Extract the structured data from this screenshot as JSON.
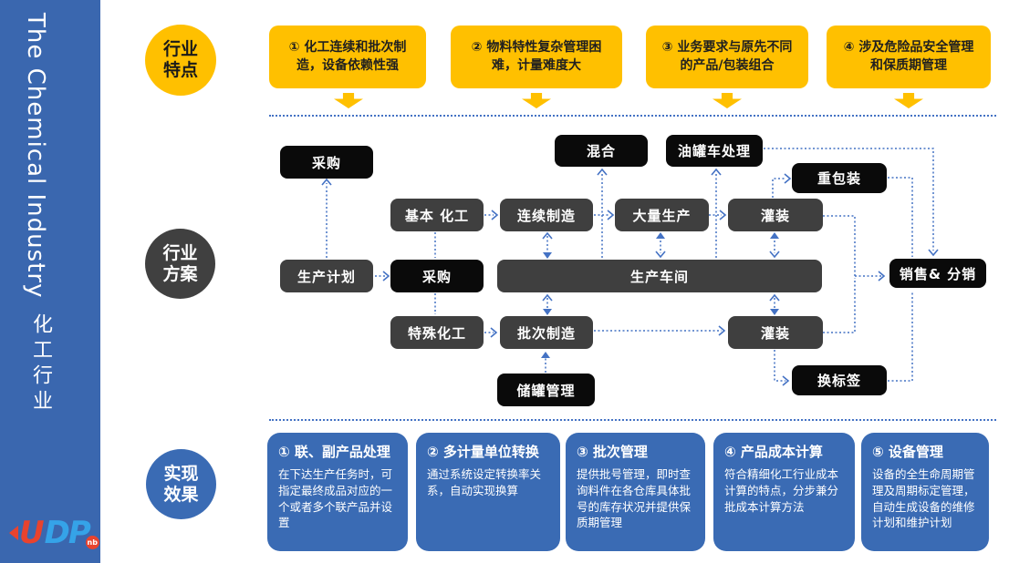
{
  "sidebar": {
    "title_en": "The Chemical Industry",
    "title_zh": "化工行业",
    "logo": {
      "u": "U",
      "dp": "DP",
      "badge": "nb"
    }
  },
  "badges": {
    "features": {
      "line1": "行业",
      "line2": "特点"
    },
    "solution": {
      "line1": "行业",
      "line2": "方案"
    },
    "effects": {
      "line1": "实现",
      "line2": "效果"
    }
  },
  "features": {
    "items": [
      {
        "text": "① 化工连续和批次制造，设备依赖性强"
      },
      {
        "text": "② 物料特性复杂管理困难，计量难度大"
      },
      {
        "text": "③ 业务要求与原先不同的产品/包装组合"
      },
      {
        "text": "④ 涉及危险品安全管理和保质期管理"
      }
    ]
  },
  "flow": {
    "nodes": {
      "purchase_top": "采购",
      "mix": "混合",
      "tanker": "油罐车处理",
      "repack": "重包装",
      "basic_chem": "基本 化工",
      "cont_mfg": "连续制造",
      "mass_prod": "大量生产",
      "filling_top": "灌装",
      "prod_plan": "生产计划",
      "purchase_mid": "采购",
      "workshop": "生产车间",
      "sales": "销售& 分销",
      "special_chem": "特殊化工",
      "batch_mfg": "批次制造",
      "filling_bottom": "灌装",
      "tank_mgmt": "储罐管理",
      "relabel": "换标签"
    }
  },
  "effects": {
    "items": [
      {
        "title": "① 联、副产品处理",
        "body": "在下达生产任务时，可指定最终成品对应的一个或者多个联产品并设置"
      },
      {
        "title": "② 多计量单位转换",
        "body": "通过系统设定转换率关系，自动实现换算"
      },
      {
        "title": "③ 批次管理",
        "body": "提供批号管理，即时查询料件在各仓库具体批号的库存状况并提供保质期管理"
      },
      {
        "title": "④ 产品成本计算",
        "body": "符合精细化工行业成本计算的特点，分步兼分批成本计算方法"
      },
      {
        "title": "⑤ 设备管理",
        "body": "设备的全生命周期管理及周期标定管理，自动生成设备的维修计划和维护计划"
      }
    ]
  },
  "colors": {
    "accent_yellow": "#ffc000",
    "accent_blue": "#3a6bb4",
    "sidebar_blue": "#3a67af",
    "connector_blue": "#4472c4",
    "black_box": "#0a0a0a",
    "gray_box": "#3f3f3f",
    "logo_red": "#e8432e",
    "logo_blue": "#35a3e8"
  }
}
